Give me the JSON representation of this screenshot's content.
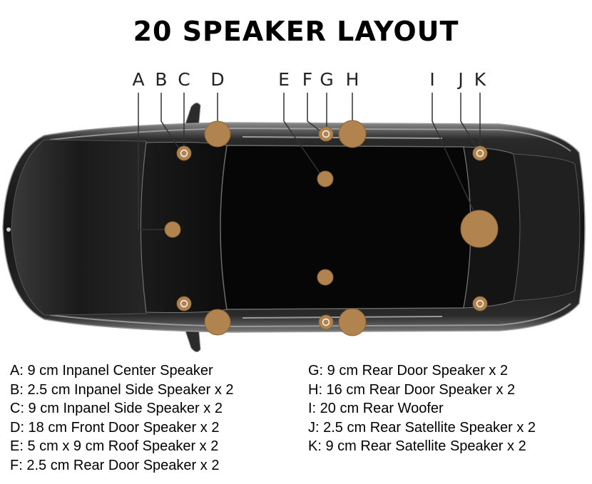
{
  "title": "20 SPEAKER LAYOUT",
  "colors": {
    "speaker": "#B1834F",
    "speaker_ring": "#FFFFFF",
    "car_body": "#1E1E1E",
    "roof": "#070707",
    "leader": "#333333"
  },
  "markers": [
    "A",
    "B",
    "C",
    "D",
    "E",
    "F",
    "G",
    "H",
    "I",
    "J",
    "K"
  ],
  "legend_left": [
    "A: 9 cm Inpanel Center Speaker",
    "B: 2.5 cm Inpanel Side Speaker x 2",
    "C: 9 cm Inpanel Side Speaker x 2",
    "D: 18 cm Front Door Speaker x 2",
    "E: 5 cm x 9 cm Roof Speaker x 2",
    "F: 2.5 cm Rear Door Speaker x 2"
  ],
  "legend_right": [
    "G: 9 cm Rear Door Speaker x 2",
    "H: 16 cm Rear Door Speaker x 2",
    "I: 20 cm Rear Woofer",
    "J: 2.5 cm Rear Satellite Speaker x 2",
    "K: 9 cm Rear Satellite Speaker x 2"
  ]
}
